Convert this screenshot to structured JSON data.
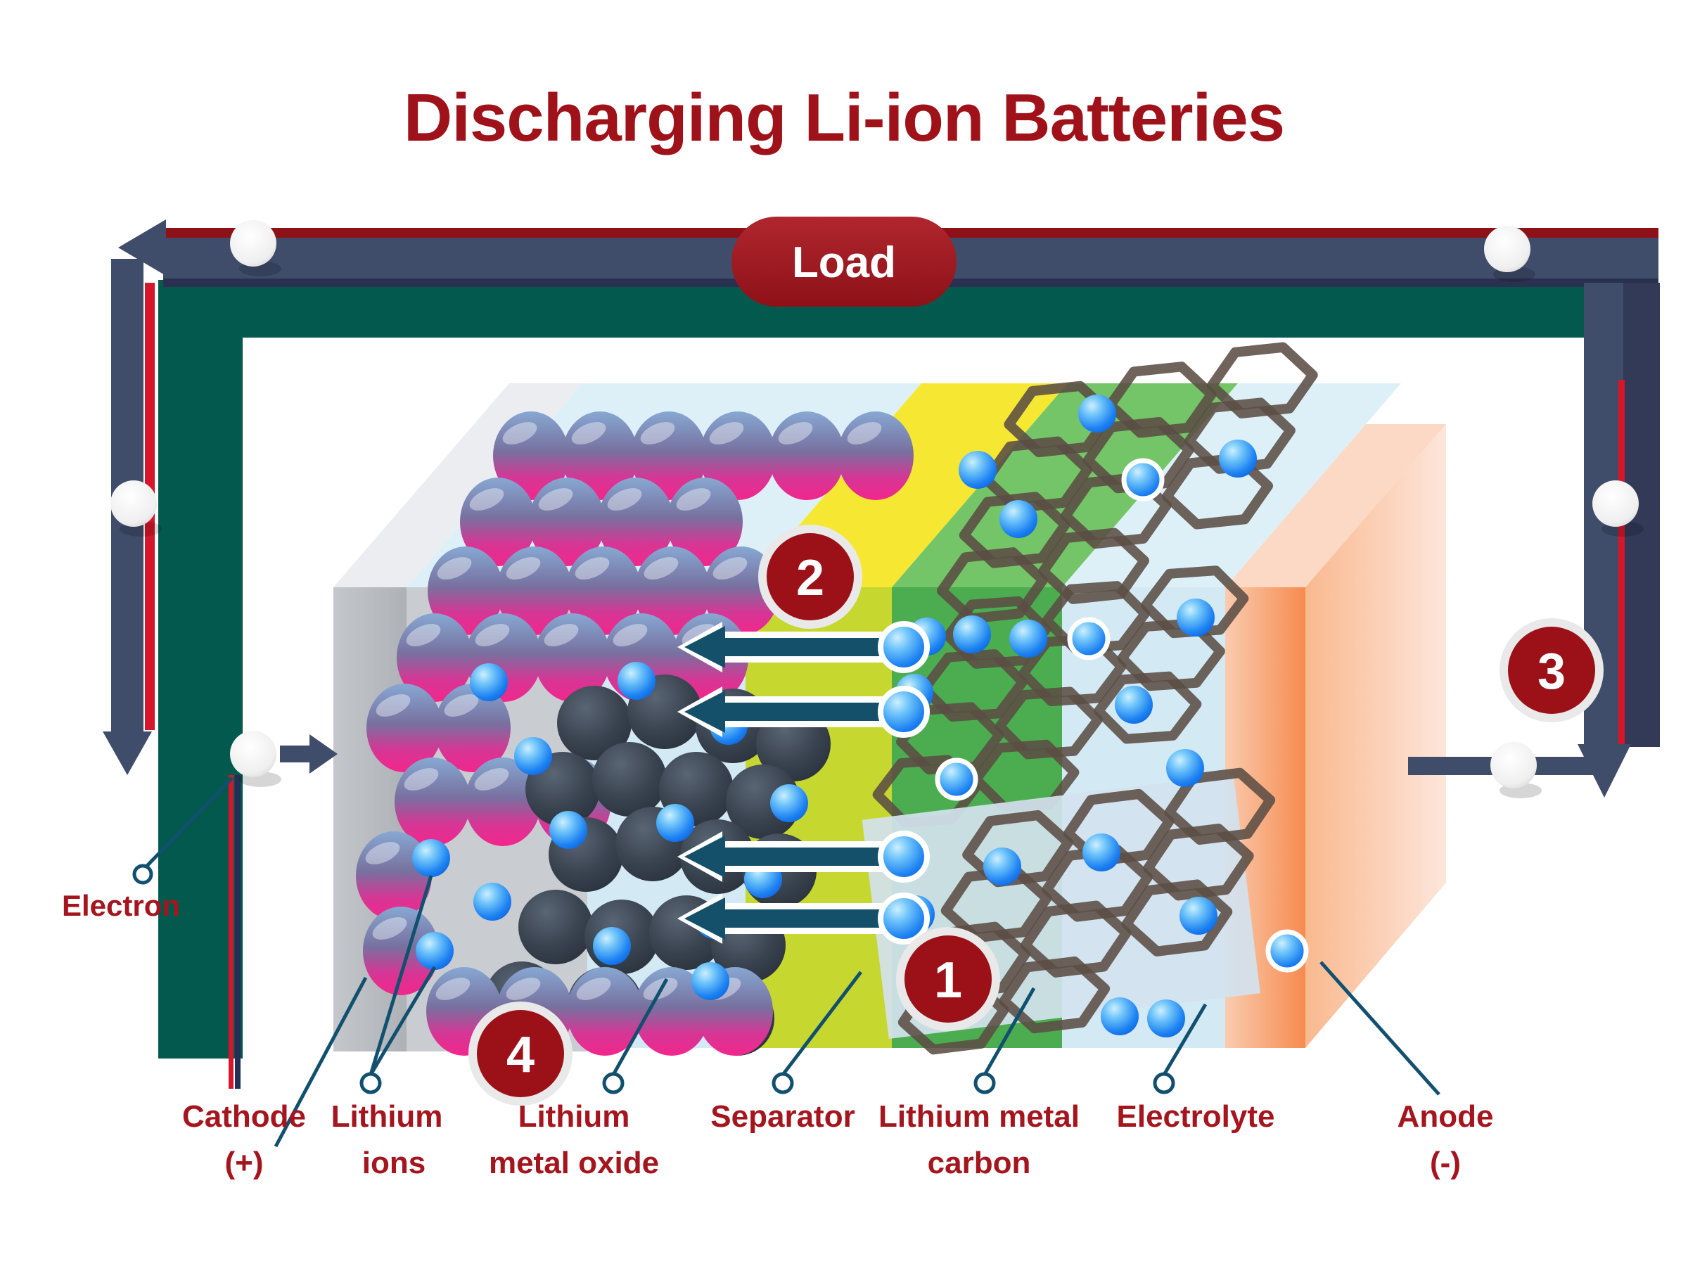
{
  "title": "Discharging Li-ion Batteries",
  "load": {
    "label": "Load"
  },
  "electron": {
    "label": "Electron"
  },
  "steps": {
    "step1": "1",
    "step2": "2",
    "step3": "3",
    "step4": "4"
  },
  "component_labels": {
    "cathode": {
      "line1": "Cathode",
      "line2": "(+)"
    },
    "lithium_ions": {
      "line1": "Lithium",
      "line2": "ions"
    },
    "lithium_metal_oxide": {
      "line1": "Lithium",
      "line2": "metal oxide"
    },
    "separator": {
      "line1": "Separator",
      "line2": ""
    },
    "lithium_metal_carbon": {
      "line1": "Lithium metal",
      "line2": "carbon"
    },
    "electrolyte": {
      "line1": "Electrolyte",
      "line2": ""
    },
    "anode": {
      "line1": "Anode",
      "line2": "(-)"
    }
  },
  "colors": {
    "accent_red": "#A4151D",
    "badge_red": "#9C1117",
    "teal_backdrop": "#03594D",
    "wire_slate": "#3F4D6B",
    "wire_navy": "#2A3150",
    "wire_red": "#D6162A",
    "separator_yellow": "#C6D72F",
    "separator_top_yellow": "#F6E832",
    "electrolyte_green": "#4BAD50",
    "anode_pale_blue": "#D3E9F4",
    "collector_gray": "#B5B8BD",
    "collector_orange": "#F68B4E",
    "ion_blue": "#1D82F2",
    "arrow_teal": "#15506B",
    "leader_teal": "#11506E"
  }
}
